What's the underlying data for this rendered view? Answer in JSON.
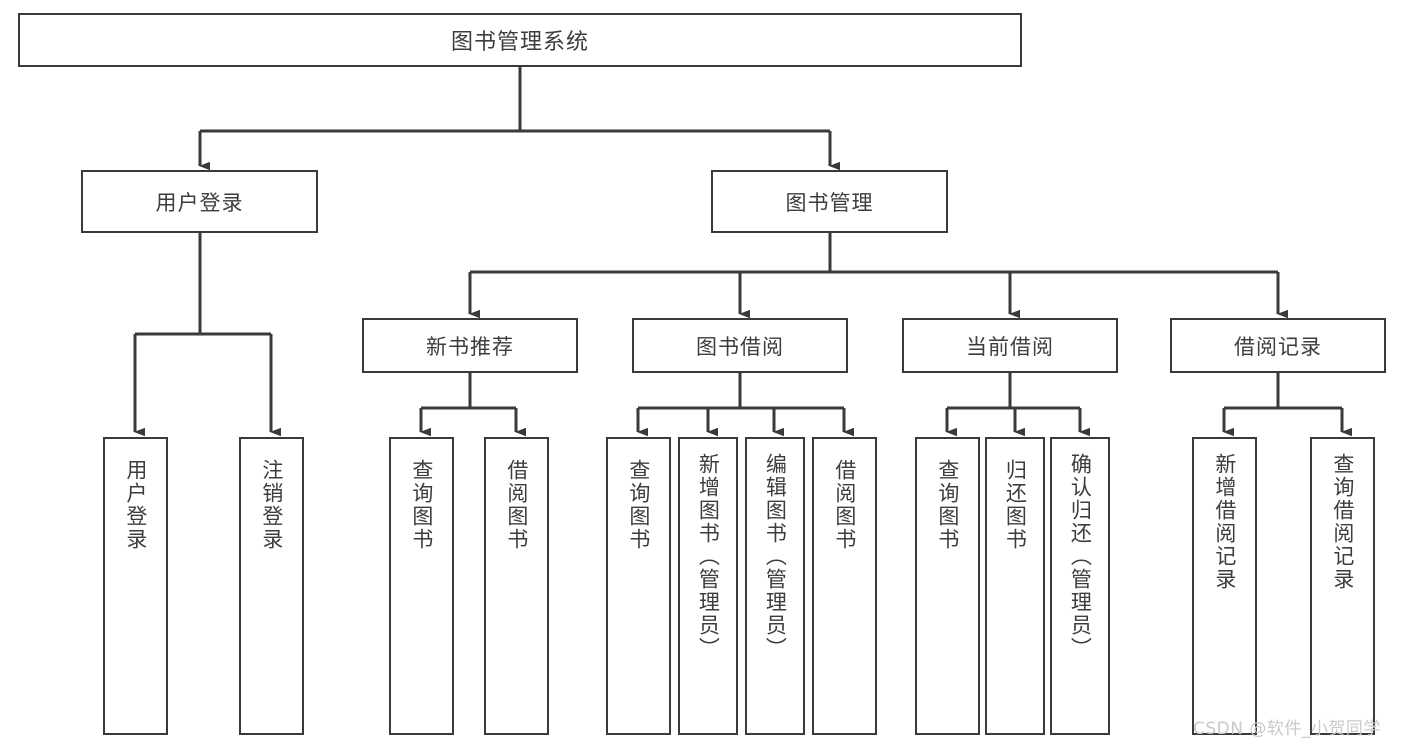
{
  "diagram": {
    "type": "tree-hierarchy",
    "title": "图书管理系统",
    "root": {
      "label": "图书管理系统"
    },
    "level2": [
      {
        "label": "用户登录"
      },
      {
        "label": "图书管理"
      }
    ],
    "level3": [
      {
        "label": "新书推荐"
      },
      {
        "label": "图书借阅"
      },
      {
        "label": "当前借阅"
      },
      {
        "label": "借阅记录"
      }
    ],
    "leaves": {
      "user_login": [
        {
          "label": "用户登录"
        },
        {
          "label": "注销登录"
        }
      ],
      "new_book_recommend": [
        {
          "label": "查询图书"
        },
        {
          "label": "借阅图书"
        }
      ],
      "book_borrow": [
        {
          "label": "查询图书"
        },
        {
          "label": "新增图书（管理员）"
        },
        {
          "label": "编辑图书（管理员）"
        },
        {
          "label": "借阅图书"
        }
      ],
      "current_borrow": [
        {
          "label": "查询图书"
        },
        {
          "label": "归还图书"
        },
        {
          "label": "确认归还（管理员）"
        }
      ],
      "borrow_record": [
        {
          "label": "新增借阅记录"
        },
        {
          "label": "查询借阅记录"
        }
      ]
    }
  },
  "watermark": {
    "text": "CSDN @软件_小贺同学"
  },
  "colors": {
    "stroke": "#3a3a3a",
    "text": "#3d3d3d",
    "background": "#ffffff",
    "watermark": "#c9c9c9"
  }
}
